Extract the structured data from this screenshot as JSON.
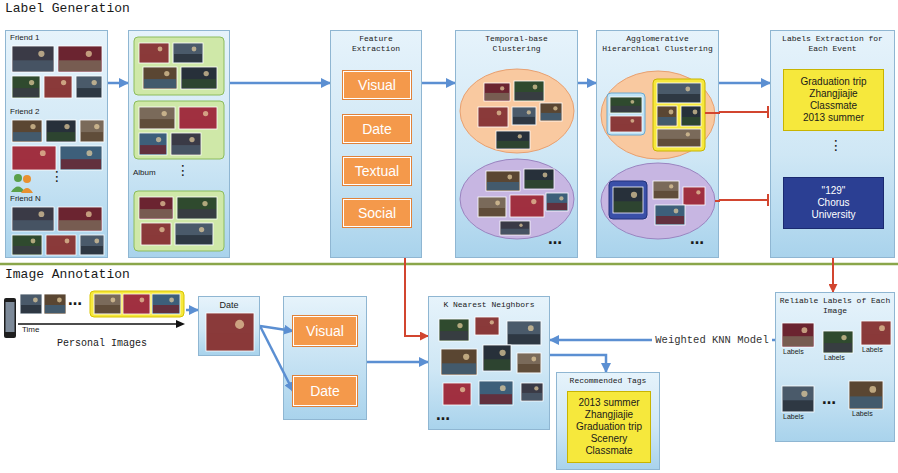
{
  "diagram": {
    "nodes": [
      {
        "text": [
          "Friend 1",
          "Friend 2",
          "Friend N"
        ]
      },
      {
        "text": [
          "Album"
        ]
      },
      {
        "text": [
          "Feature Extraction"
        ]
      },
      {
        "text": [
          "Visual"
        ],
        "in": 2
      },
      {
        "text": [
          "Date"
        ],
        "in": 2
      },
      {
        "text": [
          "Textual"
        ],
        "in": 2
      },
      {
        "text": [
          "Social"
        ],
        "in": 2
      },
      {
        "text": [
          "Temporal-base Clustering"
        ]
      },
      {
        "text": [
          "Agglomerative Hierarchical Clustering"
        ]
      },
      {
        "text": [
          "Labels Extraction for Each Event"
        ]
      },
      {
        "text": [
          "Graduation trip",
          "Zhangjiajie",
          "Classmate",
          "2013 summer"
        ],
        "in": 9
      },
      {
        "text": [
          "\"129\"",
          "Chorus",
          "University"
        ],
        "in": 9
      },
      {
        "text": [
          "Personal Images"
        ]
      },
      {
        "text": [
          "Date"
        ]
      },
      {
        "text": []
      },
      {
        "text": [
          "Visual"
        ],
        "in": 14
      },
      {
        "text": [
          "Date"
        ],
        "in": 14
      },
      {
        "text": [
          "K Nearest Neighbors"
        ]
      },
      {
        "text": [
          "Recommended Tags"
        ]
      },
      {
        "text": [
          "2013 summer",
          "Zhangjiajie",
          "Graduation trip",
          "Scenery",
          "Classmate"
        ],
        "in": 18
      },
      {
        "text": [
          "Reliable Labels of Each Image"
        ]
      }
    ],
    "edges": [
      {
        "from": 0,
        "to": 1,
        "arrow": "to"
      },
      {
        "from": 1,
        "to": 2,
        "arrow": "to"
      },
      {
        "from": 2,
        "to": 7,
        "arrow": "to"
      },
      {
        "from": 7,
        "to": 8,
        "arrow": "to"
      },
      {
        "from": 8,
        "to": 9,
        "arrow": "to"
      },
      {
        "from": 9,
        "to": 20,
        "arrow": "to"
      },
      {
        "from": 2,
        "to": 17,
        "arrow": "to"
      },
      {
        "from": 12,
        "to": 13,
        "arrow": "to"
      },
      {
        "from": 13,
        "to": 15,
        "arrow": "to"
      },
      {
        "from": 13,
        "to": 16,
        "arrow": "to"
      },
      {
        "from": 14,
        "to": 17,
        "arrow": "to"
      },
      {
        "from": 17,
        "to": 18,
        "arrow": "to"
      },
      {
        "from": 20,
        "to": 17,
        "arrow": "to",
        "label": "Weighted KNN Model"
      }
    ],
    "labels": [
      "Label Generation",
      "Image Annotation",
      "⋮",
      "⋮",
      "…",
      "…",
      "⋮",
      "…",
      "Time",
      "Labels",
      "Labels",
      "Labels",
      "Labels",
      "Labels",
      "…",
      "…"
    ]
  }
}
